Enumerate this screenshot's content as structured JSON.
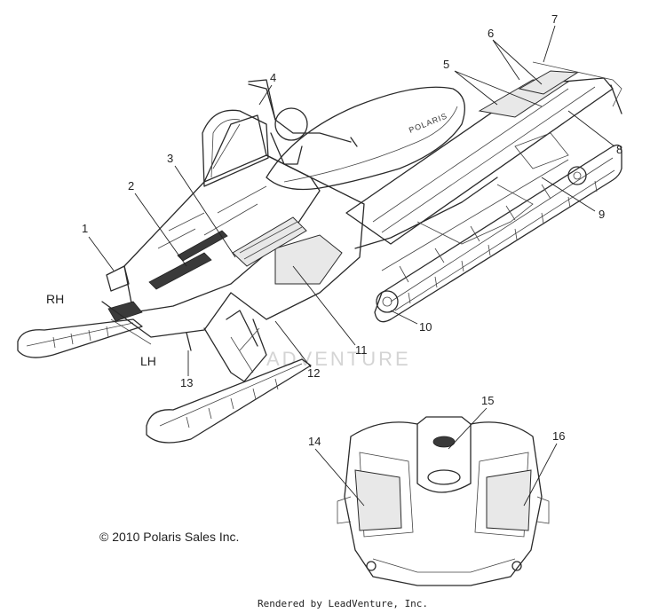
{
  "side_labels": {
    "rh": "RH",
    "lh": "LH"
  },
  "callouts": {
    "c1": "1",
    "c2": "2",
    "c3": "3",
    "c4": "4",
    "c5": "5",
    "c6": "6",
    "c7": "7",
    "c8": "8",
    "c9": "9",
    "c10": "10",
    "c11": "11",
    "c12": "12",
    "c13": "13",
    "c14": "14",
    "c15": "15",
    "c16": "16"
  },
  "seat_brand": "POLARIS",
  "watermark": "ADVENTURE",
  "copyright": "© 2010 Polaris Sales Inc.",
  "rendered_by": "Rendered by LeadVenture, Inc."
}
